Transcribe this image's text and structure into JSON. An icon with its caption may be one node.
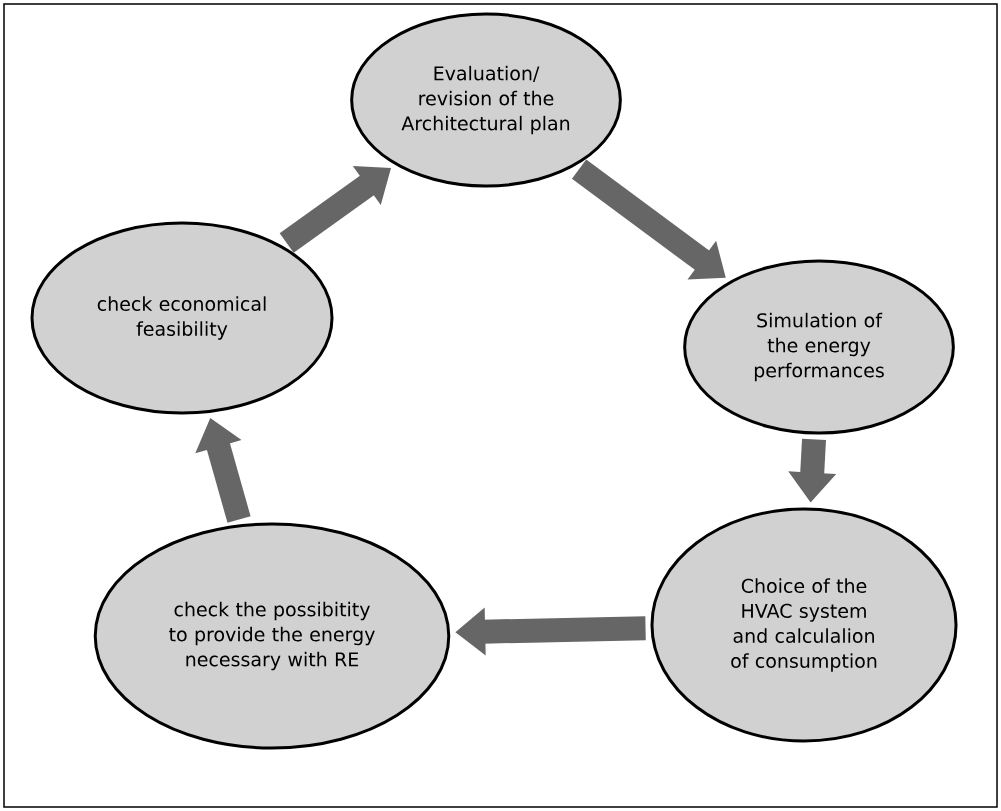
{
  "diagram": {
    "nodes": [
      {
        "text": [
          "Evaluation/ revision of the Architectural plan"
        ]
      },
      {
        "text": [
          "Simulation of the energy performances"
        ]
      },
      {
        "text": [
          "Choice of the HVAC system and calculalion of consumption"
        ]
      },
      {
        "text": [
          "check the possibitity to provide the energy necessary with RE"
        ]
      },
      {
        "text": [
          "check economical feasibility"
        ]
      }
    ],
    "edges": [
      {
        "from": 0,
        "to": 1,
        "arrow": "to"
      },
      {
        "from": 1,
        "to": 2,
        "arrow": "to"
      },
      {
        "from": 2,
        "to": 3,
        "arrow": "to"
      },
      {
        "from": 3,
        "to": 4,
        "arrow": "to"
      },
      {
        "from": 4,
        "to": 0,
        "arrow": "to"
      }
    ]
  }
}
